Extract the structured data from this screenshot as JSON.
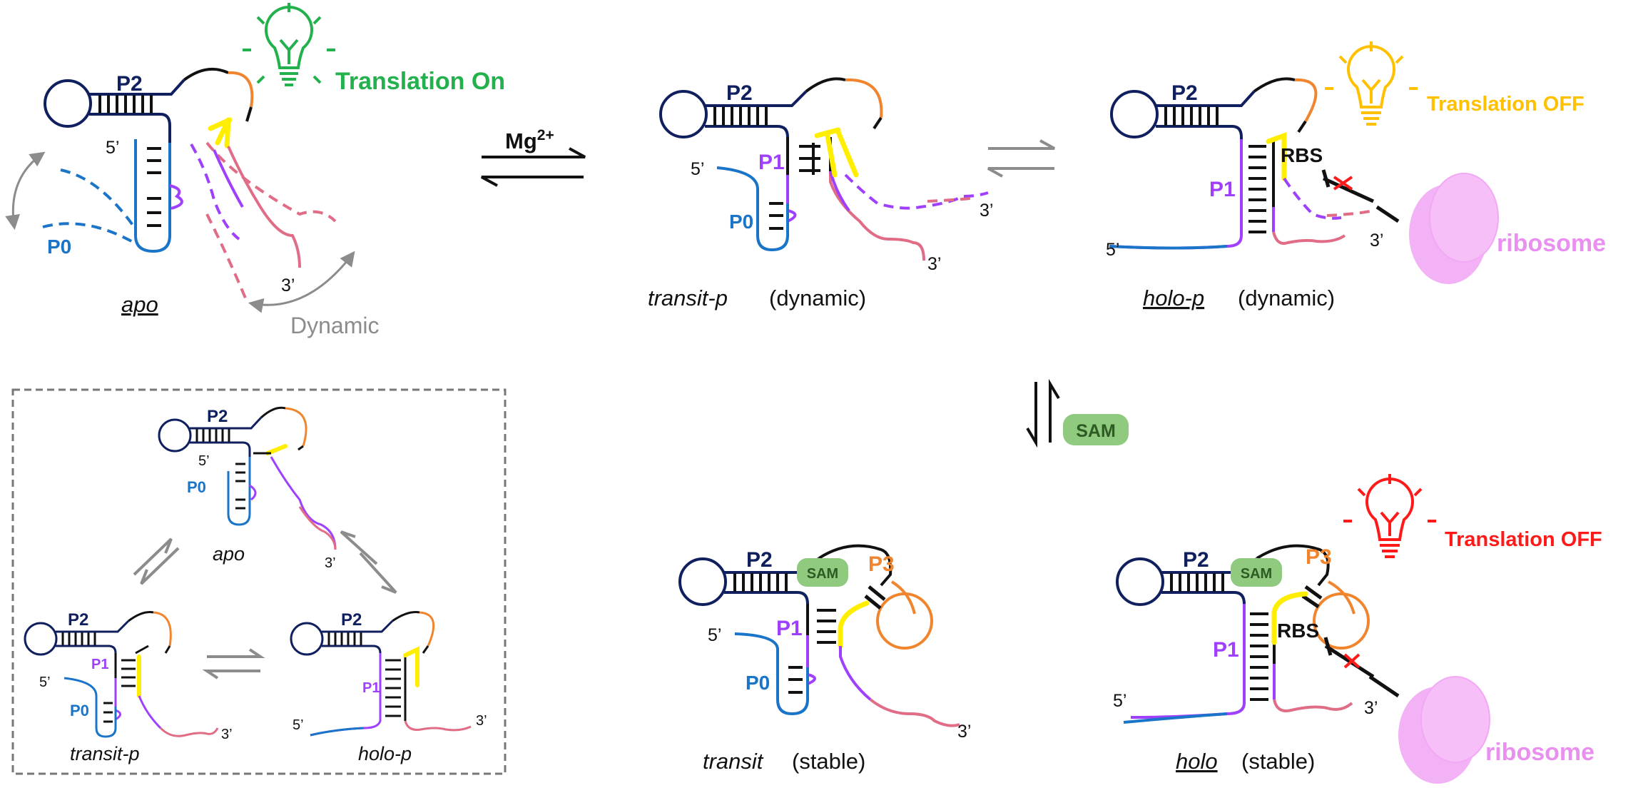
{
  "colors": {
    "navy": "#10205e",
    "black": "#111111",
    "orange": "#f0852d",
    "yellow": "#ffee00",
    "purple": "#a040ff",
    "blue": "#1a74c8",
    "pink": "#e06c86",
    "gray": "#8c8c8c",
    "green_on": "#22b14c",
    "yellow_off": "#ffc000",
    "red_off": "#ff1a1a",
    "ribosome": "#f2a8f5",
    "sam": "#8fca7e"
  },
  "states": {
    "apo": {
      "label": "apo",
      "p2": "P2",
      "p0": "P0",
      "five": "5’",
      "three": "3’",
      "dynamic": "Dynamic",
      "status": "Translation On",
      "icon": "lightbulb-icon"
    },
    "transit_p": {
      "label": "transit-p",
      "note": "(dynamic)",
      "p2": "P2",
      "p1": "P1",
      "p0": "P0",
      "five": "5’",
      "three_a": "3’",
      "three_b": "3’"
    },
    "holo_p": {
      "label": "holo-p",
      "note": "(dynamic)",
      "p2": "P2",
      "p1": "P1",
      "rbs": "RBS",
      "five": "5’",
      "three": "3’",
      "status": "Translation OFF",
      "ribosome": "ribosome",
      "icon": "lightbulb-icon"
    },
    "transit": {
      "label": "transit",
      "note": "(stable)",
      "p2": "P2",
      "p1": "P1",
      "p0": "P0",
      "p3": "P3",
      "sam": "SAM",
      "five": "5’",
      "three": "3’"
    },
    "holo": {
      "label": "holo",
      "note": "(stable)",
      "p2": "P2",
      "p1": "P1",
      "p3": "P3",
      "sam": "SAM",
      "rbs": "RBS",
      "five": "5’",
      "three": "3’",
      "status": "Translation OFF",
      "ribosome": "ribosome",
      "icon": "lightbulb-icon"
    }
  },
  "transitions": {
    "mg": "Mg",
    "mg_sup": "2+",
    "sam": "SAM"
  },
  "inset": {
    "apo": {
      "label": "apo",
      "p2": "P2",
      "p0": "P0",
      "five": "5’",
      "three": "3’"
    },
    "transit_p": {
      "label": "transit-p",
      "p2": "P2",
      "p1": "P1",
      "p0": "P0",
      "five": "5’",
      "three": "3’"
    },
    "holo_p": {
      "label": "holo-p",
      "p2": "P2",
      "p1": "P1",
      "five": "5’",
      "three": "3’"
    }
  }
}
